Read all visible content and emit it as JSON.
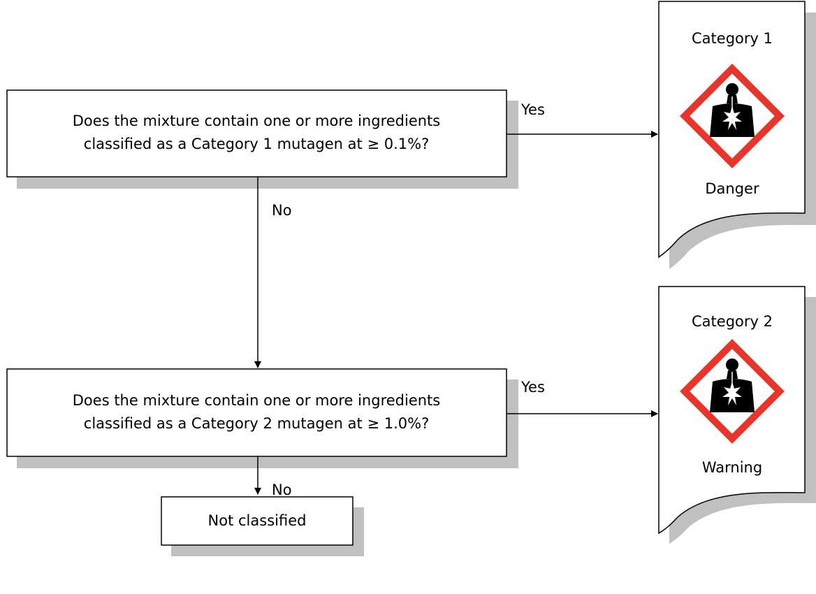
{
  "questions": [
    {
      "line1": "Does the mixture contain one or more ingredients",
      "line2": "classified as a Category 1 mutagen at ≥ 0.1%?"
    },
    {
      "line1": "Does the mixture contain one or more ingredients",
      "line2": "classified as a Category 2 mutagen at ≥ 1.0%?"
    }
  ],
  "edge_labels": {
    "yes": "Yes",
    "no": "No"
  },
  "results": [
    {
      "category": "Category 1",
      "signal_word": "Danger",
      "pictogram": "health-hazard-icon"
    },
    {
      "category": "Category 2",
      "signal_word": "Warning",
      "pictogram": "health-hazard-icon"
    }
  ],
  "terminal": "Not classified",
  "colors": {
    "pictogram_border": "#e8352b",
    "shadow": "#c0c0c0",
    "stroke": "#000000"
  }
}
